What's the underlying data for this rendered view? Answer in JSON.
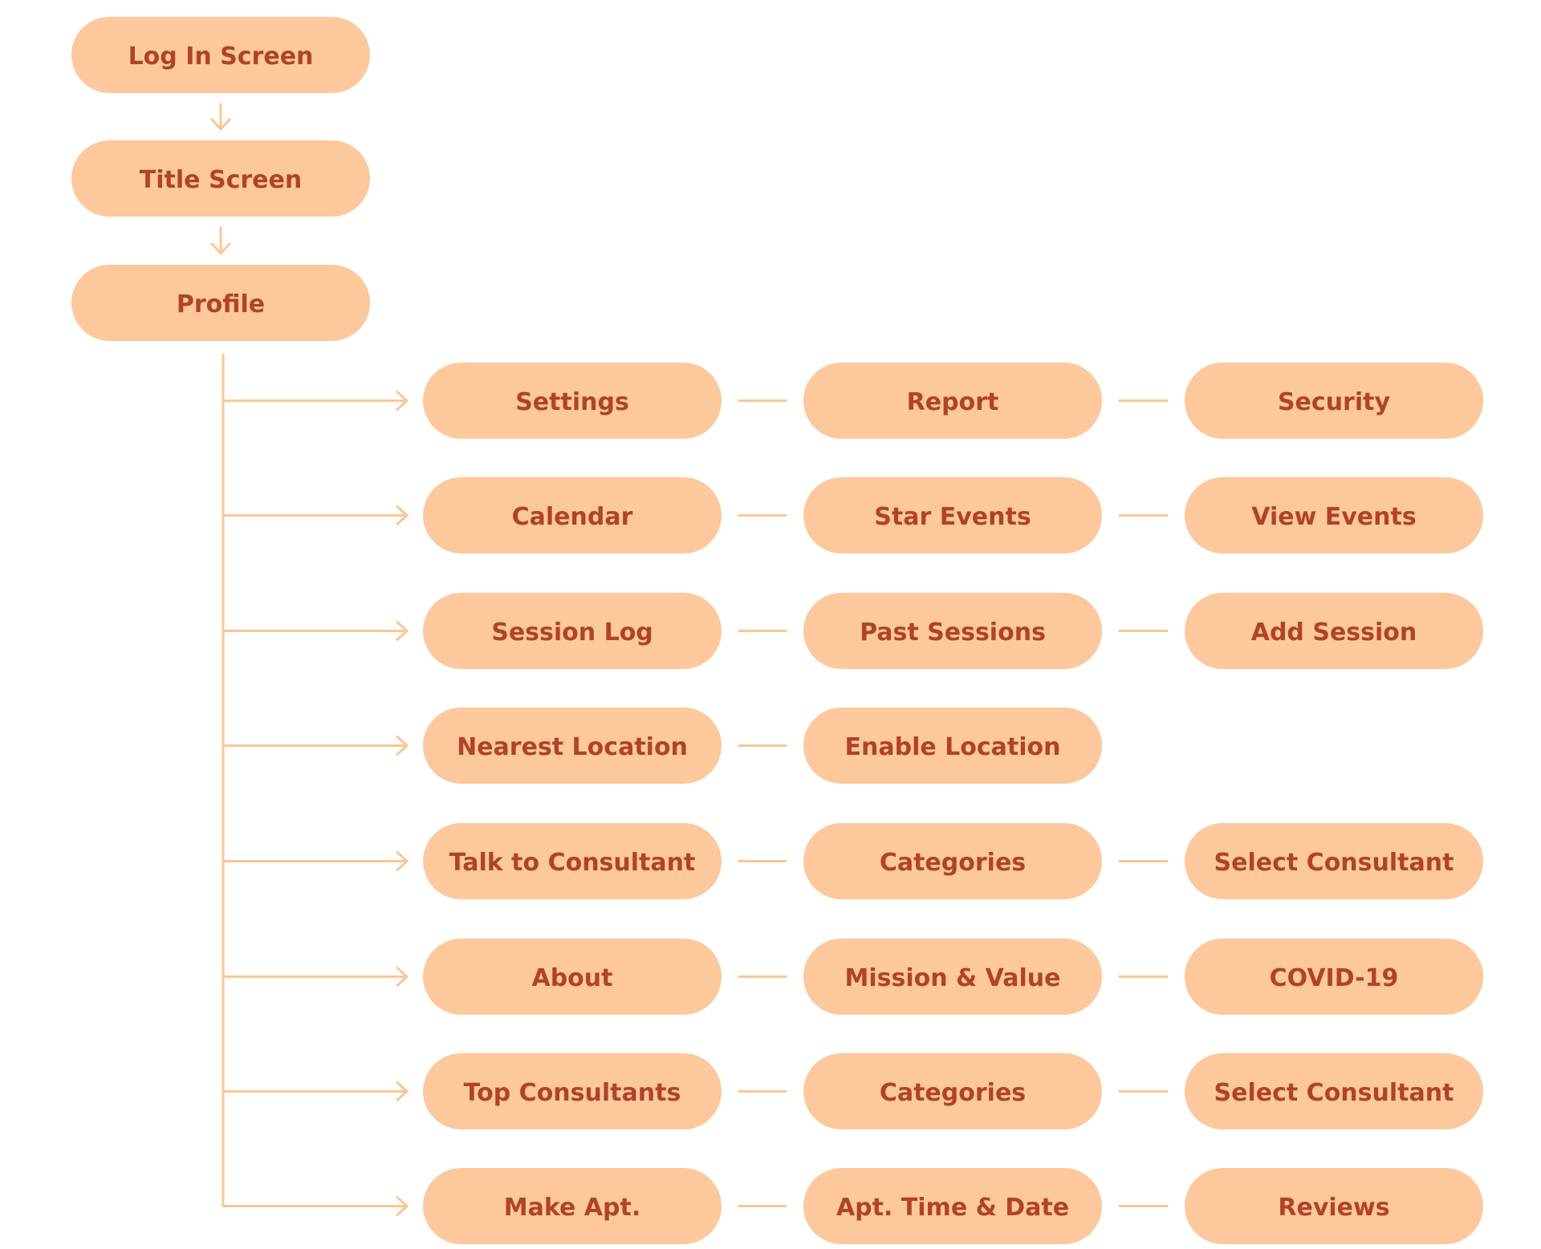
{
  "diagram": {
    "colors": {
      "node_fill": "#FCC89C",
      "node_text": "#B0432A",
      "connector": "#F9C695",
      "background": "#FFFFFF"
    },
    "main_flow": [
      "Log In Screen",
      "Title Screen",
      "Profile"
    ],
    "branches": [
      {
        "items": [
          "Settings",
          "Report",
          "Security"
        ]
      },
      {
        "items": [
          "Calendar",
          "Star Events",
          "View Events"
        ]
      },
      {
        "items": [
          "Session Log",
          "Past Sessions",
          "Add Session"
        ]
      },
      {
        "items": [
          "Nearest Location",
          "Enable Location"
        ]
      },
      {
        "items": [
          "Talk to Consultant",
          "Categories",
          "Select Consultant"
        ]
      },
      {
        "items": [
          "About",
          "Mission & Value",
          "COVID-19"
        ]
      },
      {
        "items": [
          "Top Consultants",
          "Categories",
          "Select Consultant"
        ]
      },
      {
        "items": [
          "Make Apt.",
          "Apt. Time & Date",
          "Reviews"
        ]
      }
    ]
  }
}
